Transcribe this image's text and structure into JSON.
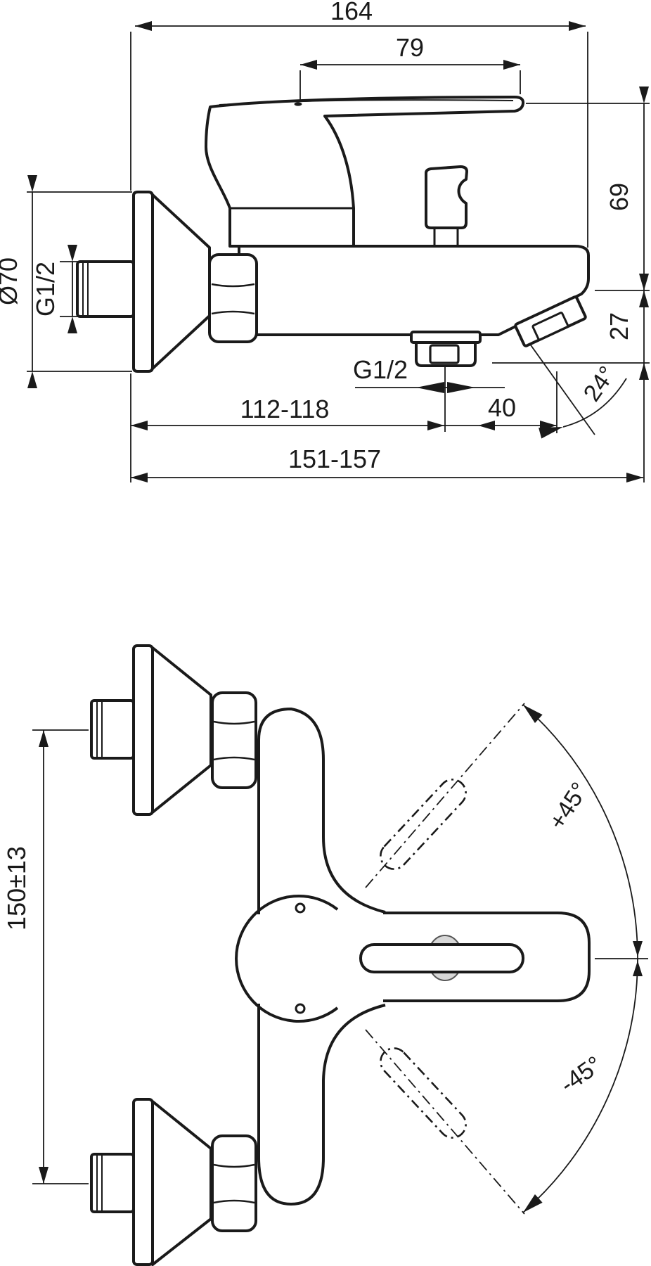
{
  "document": {
    "kind": "technical-dimension-drawing",
    "subject": "wall-mounted single-lever bath shower mixer, side view and front view"
  },
  "colors": {
    "line": "#1a1a1a",
    "background": "#ffffff",
    "shade": "#d8d8d8"
  },
  "side_view": {
    "dim_total_depth": "164",
    "dim_lever_length": "79",
    "dim_height_above_axis": "69",
    "dim_spout_drop": "27",
    "dim_flange_diameter": "Ø70",
    "dim_inlet_thread": "G1/2",
    "dim_outlet_thread": "G1/2",
    "dim_wall_to_outlet": "112-118",
    "dim_outlet_to_tip": "40",
    "dim_total_reach": "151-157",
    "dim_spout_angle": "24°"
  },
  "front_view": {
    "dim_inlet_spacing": "150±13",
    "dim_handle_swing_up": "+45°",
    "dim_handle_swing_down": "-45°"
  }
}
